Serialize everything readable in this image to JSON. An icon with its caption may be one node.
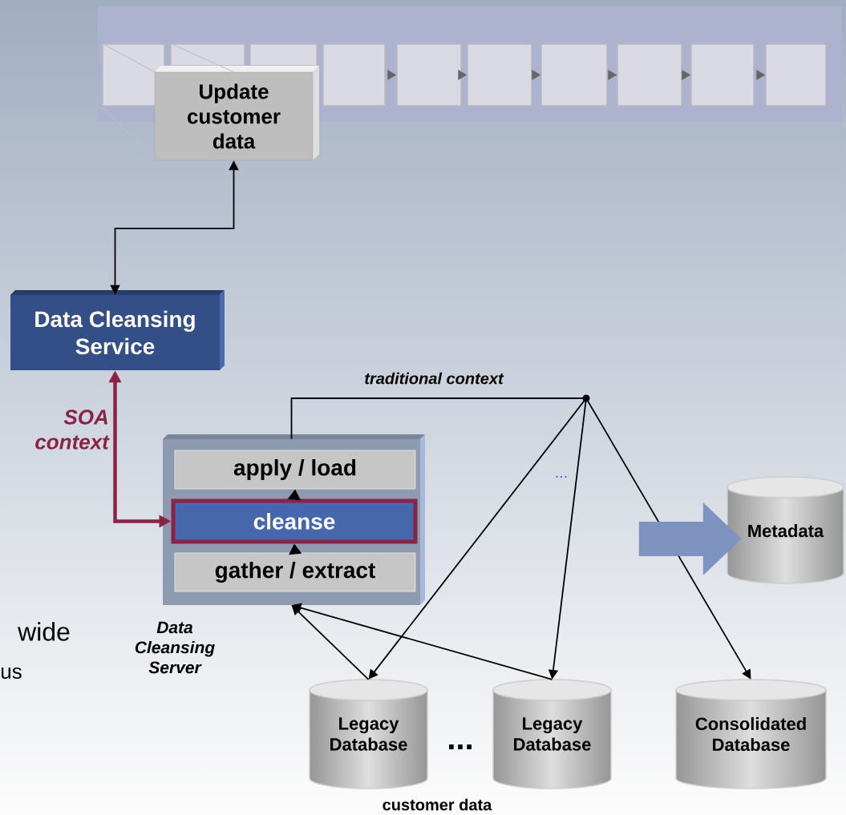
{
  "diagram": {
    "nodes": [
      {
        "text": [],
        "shape": "box"
      },
      {
        "text": [],
        "shape": "box",
        "in": 0
      },
      {
        "text": [],
        "shape": "box",
        "in": 0
      },
      {
        "text": [],
        "shape": "box",
        "in": 0
      },
      {
        "text": [],
        "shape": "box",
        "in": 0
      },
      {
        "text": [],
        "shape": "box",
        "in": 0
      },
      {
        "text": [],
        "shape": "box",
        "in": 0
      },
      {
        "text": [],
        "shape": "box",
        "in": 0
      },
      {
        "text": [],
        "shape": "box",
        "in": 0
      },
      {
        "text": [],
        "shape": "box",
        "in": 0
      },
      {
        "text": [],
        "shape": "box",
        "in": 0
      },
      {
        "text": [
          "Update customer data"
        ]
      },
      {
        "text": [
          "Data Cleansing Service"
        ]
      },
      {
        "text": [],
        "shape": "box",
        "beside": [
          "Data Cleansing Server"
        ]
      },
      {
        "text": [
          "apply / load"
        ],
        "in": 13
      },
      {
        "text": [
          "cleanse"
        ],
        "in": 13
      },
      {
        "text": [
          "gather / extract"
        ],
        "in": 13
      },
      {
        "text": [],
        "shape": "circle"
      },
      {
        "text": [
          "Metadata"
        ]
      },
      {
        "text": [
          "Legacy Database"
        ]
      },
      {
        "text": [
          "Legacy Database"
        ]
      },
      {
        "text": [
          "Consolidated Database"
        ]
      }
    ],
    "edges": [
      {
        "from": 1,
        "to": 11,
        "arrow": "none",
        "color": "#bebec8"
      },
      {
        "from": 2,
        "to": 11,
        "arrow": "none",
        "color": "#bebec8"
      },
      {
        "from": 1,
        "to": 11,
        "arrow": "none",
        "color": "#bebec8"
      },
      {
        "from": 4,
        "to": 5,
        "arrow": "to",
        "color": "#666666"
      },
      {
        "from": 5,
        "to": 6,
        "arrow": "to",
        "color": "#666666"
      },
      {
        "from": 6,
        "to": 7,
        "arrow": "to",
        "color": "#666666"
      },
      {
        "from": 7,
        "to": 8,
        "arrow": "to",
        "color": "#666666"
      },
      {
        "from": 8,
        "to": 9,
        "arrow": "to",
        "color": "#666666"
      },
      {
        "from": 9,
        "to": 10,
        "arrow": "to",
        "color": "#666666"
      },
      {
        "from": 11,
        "to": 12,
        "arrow": "both"
      },
      {
        "from": 12,
        "to": 15,
        "arrow": "both",
        "label": "SOA context",
        "style": "thick",
        "color": "#8b2346"
      },
      {
        "from": 16,
        "to": 15,
        "arrow": "to"
      },
      {
        "from": 15,
        "to": 14,
        "arrow": "to"
      },
      {
        "from": 13,
        "to": 17,
        "arrow": "none",
        "label": "traditional context"
      },
      {
        "from": 17,
        "to": 19,
        "arrow": "to"
      },
      {
        "from": 17,
        "to": 20,
        "arrow": "to"
      },
      {
        "from": 17,
        "to": 21,
        "arrow": "to"
      },
      {
        "from": 19,
        "to": 13,
        "arrow": "to"
      },
      {
        "from": 20,
        "to": 13,
        "arrow": "to"
      },
      {
        "from": null,
        "to": 18,
        "arrow": "to",
        "style": "thick",
        "color": "#7f93c0"
      }
    ],
    "labels": [
      "...",
      "wide",
      "us",
      "...",
      "customer data"
    ]
  }
}
